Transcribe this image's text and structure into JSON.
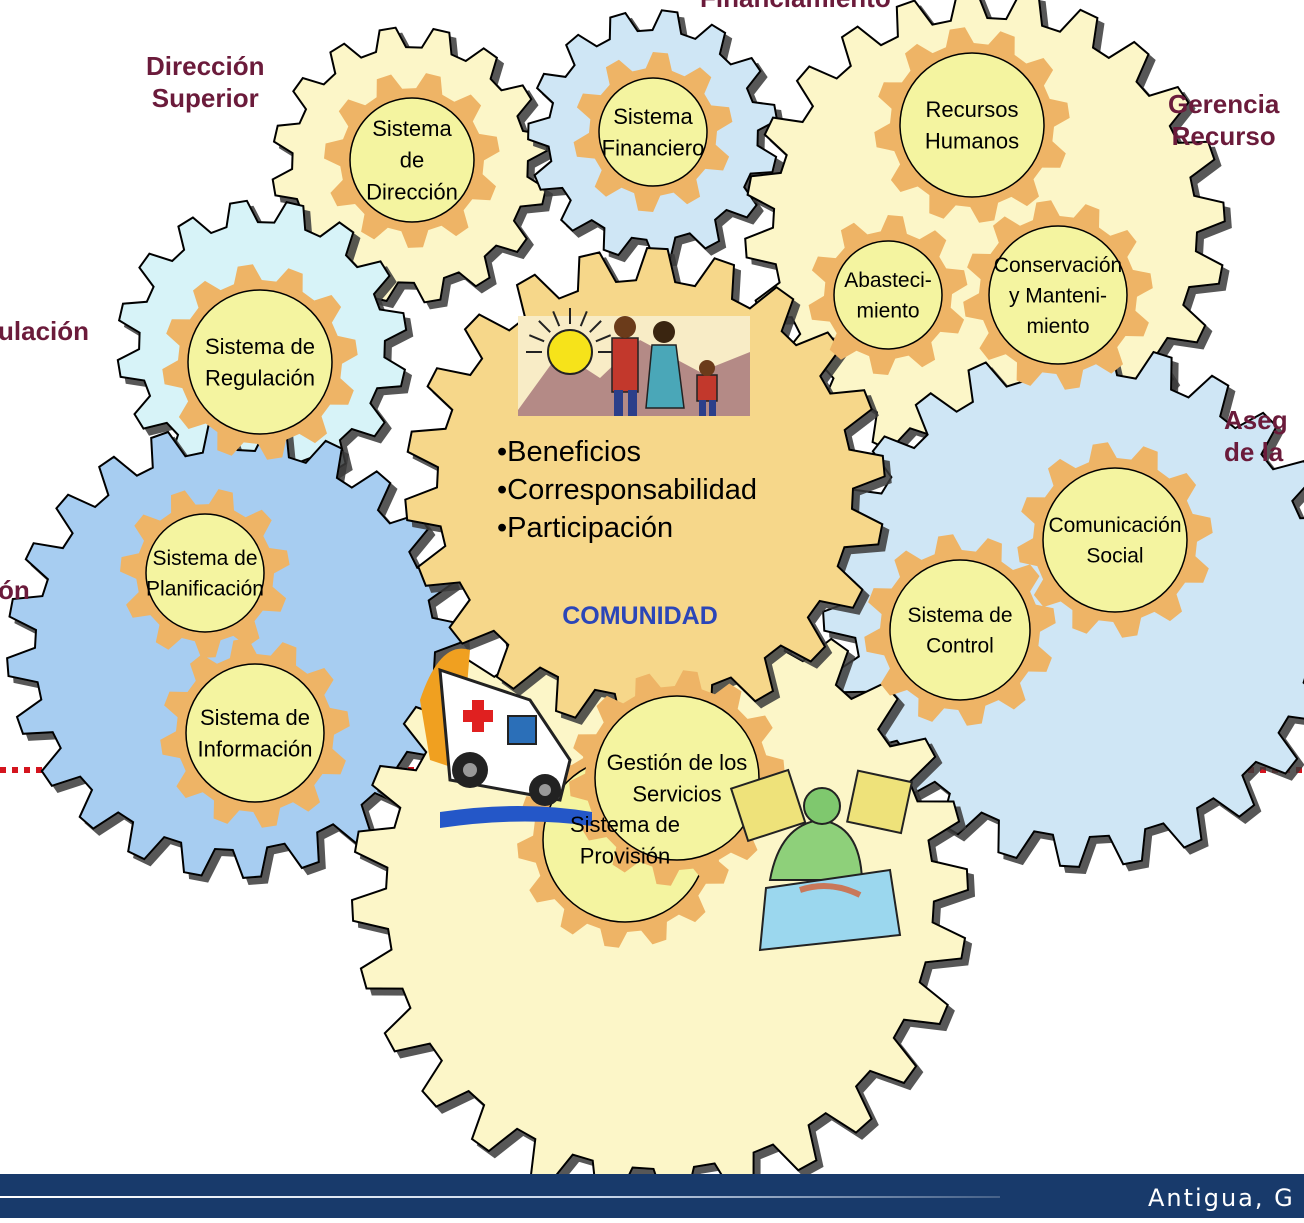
{
  "group_labels": {
    "financiamiento": "Financiamiento",
    "direccion_superior": "Dirección\nSuperior",
    "gerencia_recursos": "Gerencia\nRecurso",
    "regulacion": "ulación",
    "aseguramiento": "Aseg\nde la",
    "planificacion": "ón"
  },
  "systems": {
    "direccion": "Sistema\nde\nDirección",
    "financiero": "Sistema\nFinanciero",
    "recursos_humanos": "Recursos\nHumanos",
    "abastecimiento": "Abasteci-\nmiento",
    "conservacion": "Conservación\ny Manteni-\nmiento",
    "regulacion": "Sistema de\nRegulación",
    "comunicacion": "Comunicación\nSocial",
    "control": "Sistema de\nControl",
    "planificacion": "Sistema de\nPlanificación",
    "informacion": "Sistema de\nInformación",
    "provision": "Sistema de\nProvisión",
    "gestion": "Gestión de los\nServicios"
  },
  "center": {
    "bullets": [
      "•Beneficios",
      "•Corresponsabilidad",
      "•Participación"
    ],
    "title": "COMUNIDAD"
  },
  "footer": {
    "text": "Antigua, G"
  },
  "colors": {
    "pale_yellow": "#fcf6c8",
    "light_blue": "#cfe6f5",
    "cyan_blue": "#d7f3f8",
    "mid_blue": "#a7cdf1",
    "center_gold": "#f6d78a",
    "orange_ring": "#eeb466",
    "inner_circle": "#f4f4a0",
    "label_maroon": "#6b1b3b",
    "comunidad_blue": "#2b46b8",
    "dotted_red": "#d4141e",
    "footer_blue": "#183a6b"
  },
  "icons": [
    "family-clipart-icon",
    "ambulance-clipart-icon",
    "surgeon-clipart-icon"
  ]
}
